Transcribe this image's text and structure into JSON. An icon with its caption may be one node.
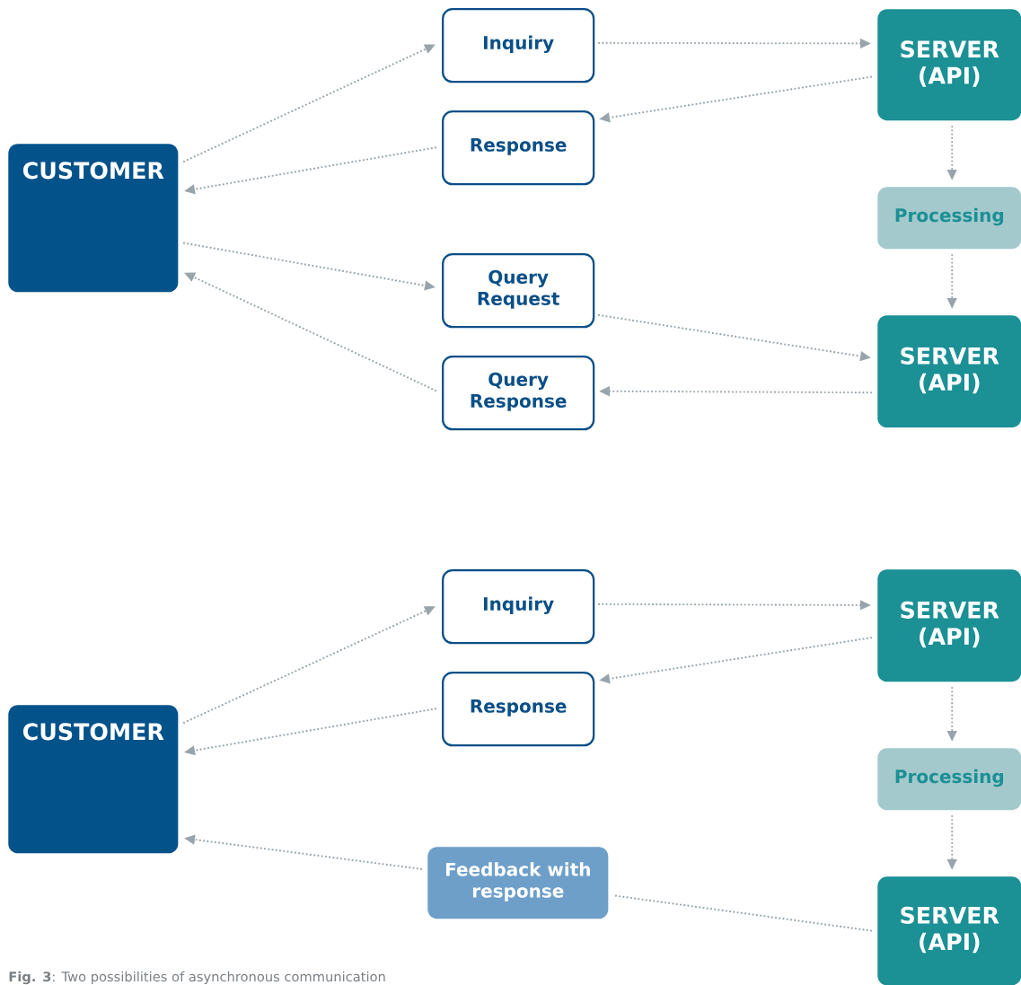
{
  "diagram": {
    "caption": "**Fig. 3**: Two possibilities of asynchronous communication",
    "nodes": [
      {
        "text": [
          "CUSTOMER"
        ]
      },
      {
        "text": [
          "Inquiry"
        ]
      },
      {
        "text": [
          "Response"
        ]
      },
      {
        "text": [
          "Query Request"
        ]
      },
      {
        "text": [
          "Query Response"
        ]
      },
      {
        "text": [
          "SERVER (API)"
        ]
      },
      {
        "text": [
          "Processing"
        ]
      },
      {
        "text": [
          "SERVER (API)"
        ]
      },
      {
        "text": [
          "CUSTOMER"
        ]
      },
      {
        "text": [
          "Inquiry"
        ]
      },
      {
        "text": [
          "Response"
        ]
      },
      {
        "text": [
          "Feedback with response"
        ]
      },
      {
        "text": [
          "SERVER (API)"
        ]
      },
      {
        "text": [
          "Processing"
        ]
      },
      {
        "text": [
          "SERVER (API)"
        ]
      }
    ],
    "edges": [
      {
        "from": 0,
        "to": 1,
        "arrow": "to"
      },
      {
        "from": 1,
        "to": 5,
        "arrow": "to"
      },
      {
        "from": 5,
        "to": 2,
        "arrow": "to"
      },
      {
        "from": 2,
        "to": 0,
        "arrow": "to"
      },
      {
        "from": 5,
        "to": 6,
        "arrow": "to"
      },
      {
        "from": 6,
        "to": 7,
        "arrow": "to"
      },
      {
        "from": 0,
        "to": 3,
        "arrow": "to"
      },
      {
        "from": 3,
        "to": 7,
        "arrow": "to"
      },
      {
        "from": 7,
        "to": 4,
        "arrow": "to"
      },
      {
        "from": 4,
        "to": 0,
        "arrow": "to"
      },
      {
        "from": 8,
        "to": 9,
        "arrow": "to"
      },
      {
        "from": 9,
        "to": 12,
        "arrow": "to"
      },
      {
        "from": 12,
        "to": 10,
        "arrow": "to"
      },
      {
        "from": 10,
        "to": 8,
        "arrow": "to"
      },
      {
        "from": 12,
        "to": 13,
        "arrow": "to"
      },
      {
        "from": 13,
        "to": 14,
        "arrow": "to"
      },
      {
        "from": 14,
        "to": 11,
        "arrow": "none"
      },
      {
        "from": 11,
        "to": 8,
        "arrow": "to"
      }
    ]
  }
}
